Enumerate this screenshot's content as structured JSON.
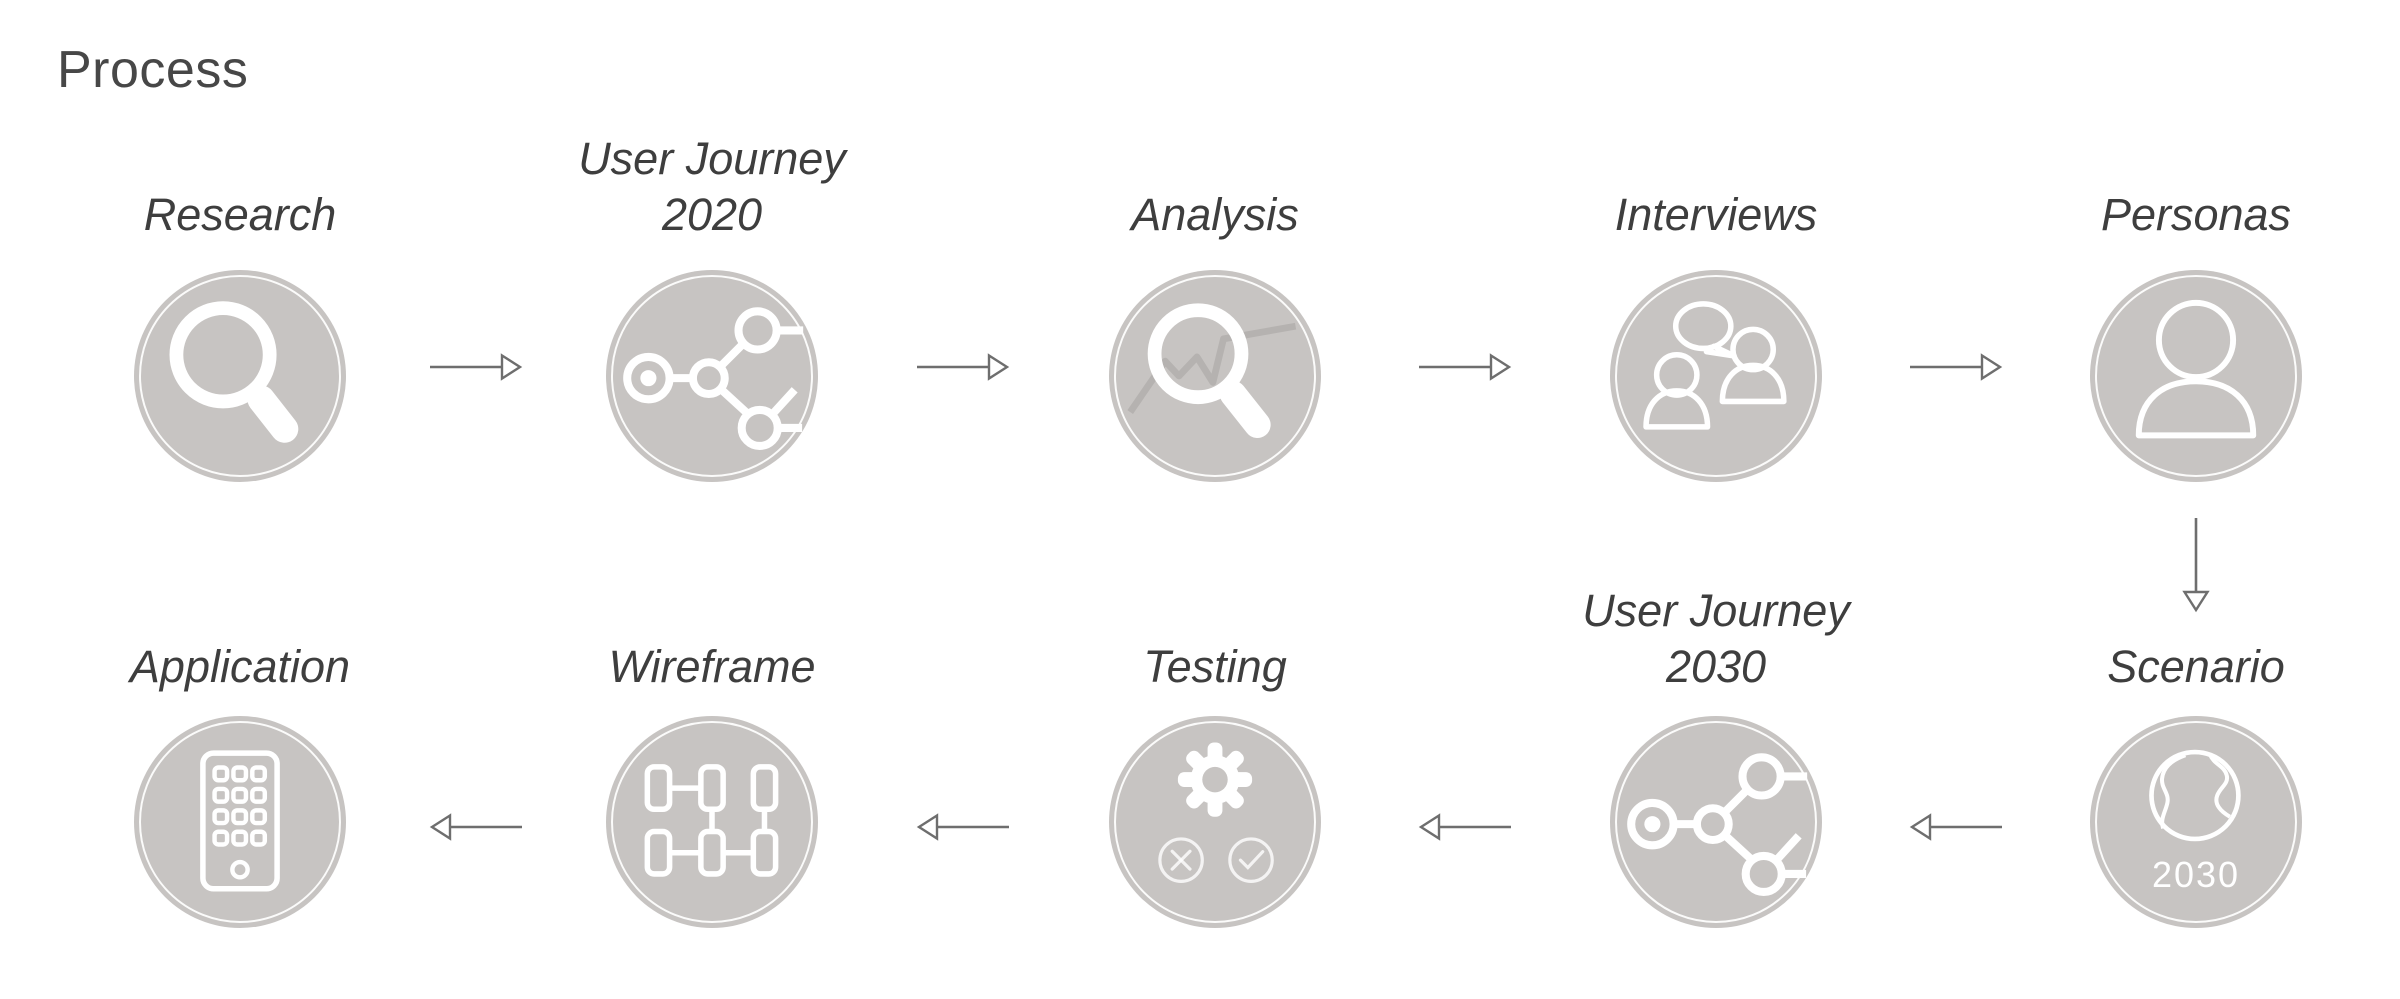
{
  "title": "Process",
  "colors": {
    "background": "#ffffff",
    "node_fill": "#c7c4c2",
    "node_ring": "#ffffff",
    "icon_stroke": "#ffffff",
    "arrow": "#6e6e6e",
    "label_text": "#3e3e3e",
    "title_text": "#474747",
    "analysis_chart_line": "#b5b2b0"
  },
  "nodes": [
    {
      "id": "research",
      "label": "Research",
      "icon": "magnifier-icon"
    },
    {
      "id": "user-journey-2020",
      "label": "User Journey\n2020",
      "icon": "journey-map-icon"
    },
    {
      "id": "analysis",
      "label": "Analysis",
      "icon": "chart-magnifier-icon"
    },
    {
      "id": "interviews",
      "label": "Interviews",
      "icon": "people-speech-bubble-icon"
    },
    {
      "id": "personas",
      "label": "Personas",
      "icon": "person-icon"
    },
    {
      "id": "scenario",
      "label": "Scenario",
      "icon": "globe-icon",
      "icon_text": "2030"
    },
    {
      "id": "user-journey-2030",
      "label": "User Journey\n2030",
      "icon": "journey-map-icon"
    },
    {
      "id": "testing",
      "label": "Testing",
      "icon": "gear-check-cross-icon"
    },
    {
      "id": "wireframe",
      "label": "Wireframe",
      "icon": "wireframe-boxes-icon"
    },
    {
      "id": "application",
      "label": "Application",
      "icon": "phone-keypad-icon"
    }
  ],
  "arrows": [
    {
      "from": "research",
      "to": "user-journey-2020",
      "direction": "right"
    },
    {
      "from": "user-journey-2020",
      "to": "analysis",
      "direction": "right"
    },
    {
      "from": "analysis",
      "to": "interviews",
      "direction": "right"
    },
    {
      "from": "interviews",
      "to": "personas",
      "direction": "right"
    },
    {
      "from": "personas",
      "to": "scenario",
      "direction": "down"
    },
    {
      "from": "scenario",
      "to": "user-journey-2030",
      "direction": "left"
    },
    {
      "from": "user-journey-2030",
      "to": "testing",
      "direction": "left"
    },
    {
      "from": "testing",
      "to": "wireframe",
      "direction": "left"
    },
    {
      "from": "wireframe",
      "to": "application",
      "direction": "left"
    }
  ]
}
